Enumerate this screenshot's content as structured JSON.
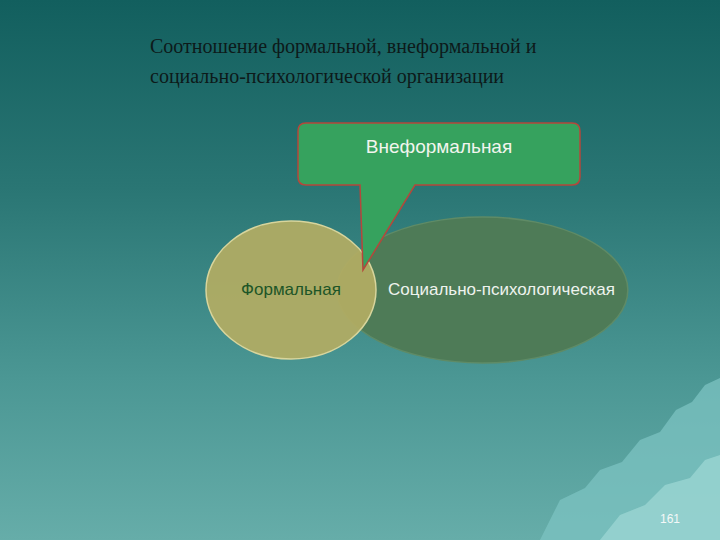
{
  "diagram": {
    "title": "Соотношение формальной, внеформальной и социально-психологической организации",
    "nodes": [
      {
        "text": [
          "Внеформальная"
        ]
      },
      {
        "text": [
          "Формальная"
        ]
      },
      {
        "text": [
          "Социально-психологическая"
        ]
      }
    ],
    "labels": [
      "161"
    ]
  }
}
